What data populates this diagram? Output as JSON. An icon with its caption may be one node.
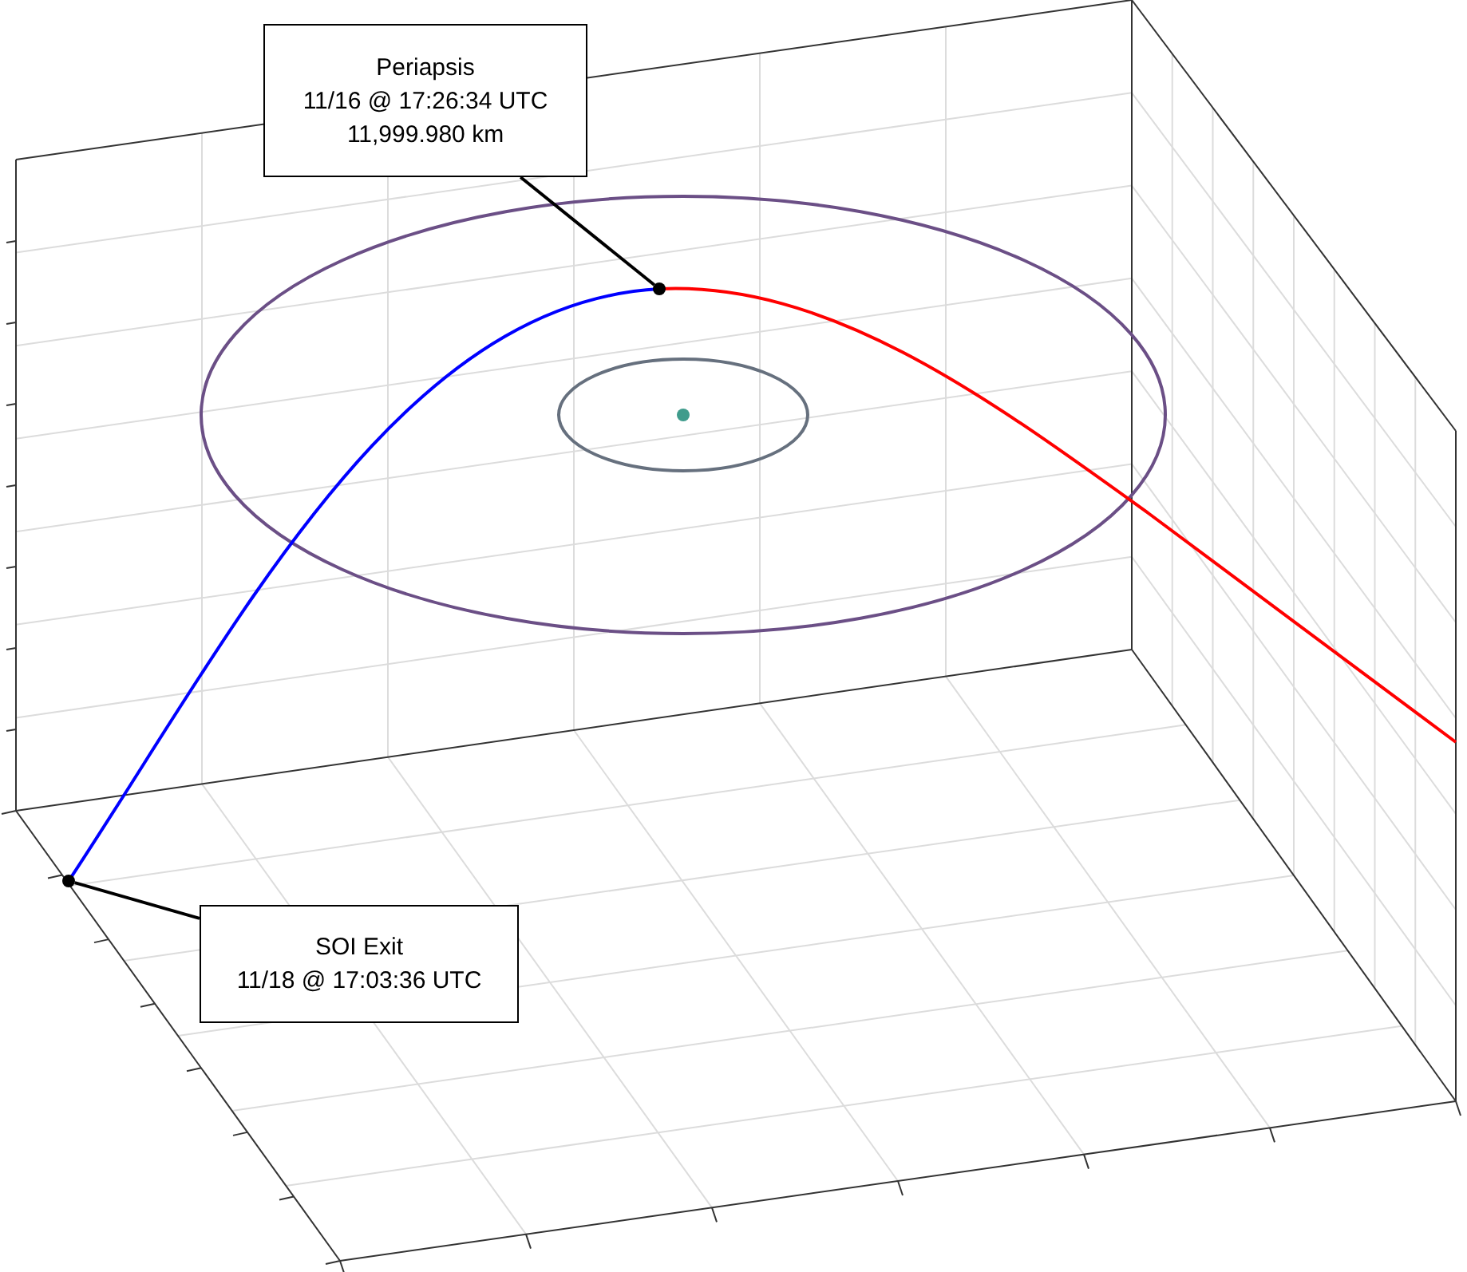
{
  "diagram": {
    "nodes": [
      {
        "text": [
          "Periapsis",
          "11/16 @ 17:26:34 UTC",
          "11,999.980 km"
        ]
      },
      {
        "text": [],
        "shape": "circle"
      },
      {
        "text": [
          "SOI Exit",
          "11/18 @ 17:03:36 UTC"
        ]
      },
      {
        "text": [],
        "shape": "circle"
      }
    ],
    "edges": [
      {
        "from": 0,
        "to": 1,
        "arrow": "none"
      },
      {
        "from": 2,
        "to": 3,
        "arrow": "none"
      }
    ]
  }
}
